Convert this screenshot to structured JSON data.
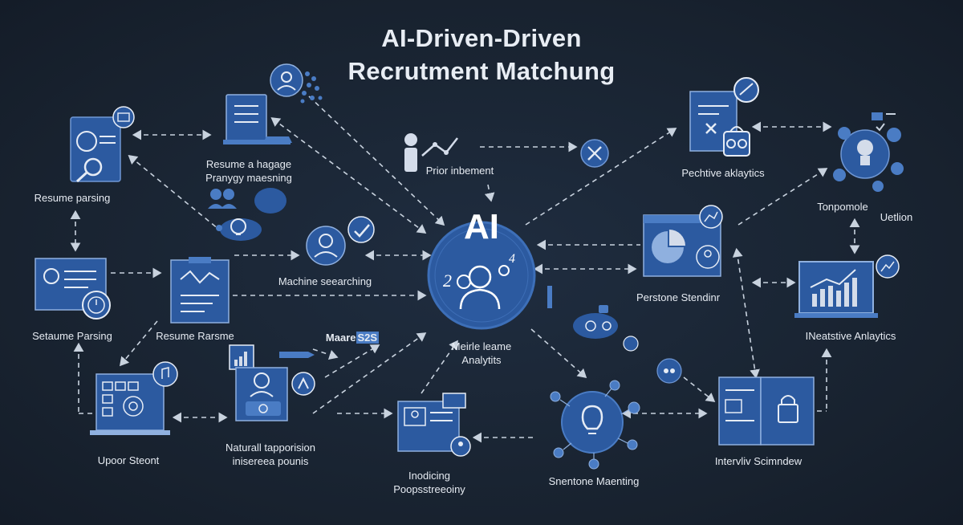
{
  "title": {
    "line1": "AI-Driven-Driven",
    "line2": "Recrutment Matchung"
  },
  "hub": {
    "label": "AI",
    "num1": "2",
    "num2": "4",
    "caption1": "Meirle leame",
    "caption2": "Analytits"
  },
  "labels": {
    "resume_parsing_top": "Resume parsing",
    "resume_language_1": "Resume a hagage",
    "resume_language_2": "Pranygy maesning",
    "prior_inbement": "Prior inbement",
    "predictive_top": "Pechtive aklaytics",
    "temporale_1": "Tonpomole",
    "temporale_2": "Uetlion",
    "machine_searching": "Machine seearching",
    "resume_parsing_mid": "Setaume Parsing",
    "resume_rarsme": "Resume Rarsme",
    "maare": "Maare",
    "maare_accent": "S2S",
    "personal_standing": "Perstone Stendinr",
    "predictive_right": "INeatstive Anlaytics",
    "upor_stent": "Upoor Steont",
    "natural_1": "Naturall tapporision",
    "natural_2": "inisereea pounis",
    "inodicing_1": "Inodicing",
    "inodicing_2": "Poopsstreeoiny",
    "sentone_matching": "Snentone Maenting",
    "interview_schedule": "Intervliv Scimndew"
  },
  "colors": {
    "node": "#2c5aa0",
    "node_light": "#4a7cc4",
    "line": "#c8d2de",
    "bg": "#1a2535"
  }
}
